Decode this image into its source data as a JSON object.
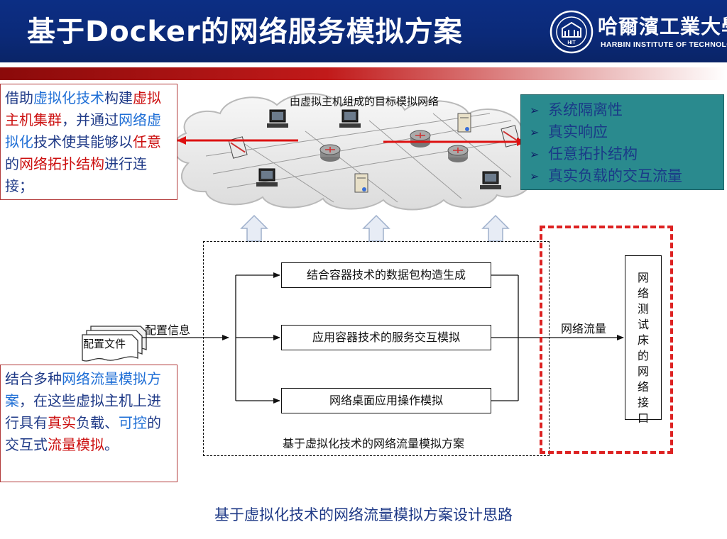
{
  "header": {
    "title": "基于Docker的网络服务模拟方案",
    "logo": {
      "cn_name": "哈爾濱工業大學",
      "en_name": "HARBIN INSTITUTE OF TECHNOLOG",
      "seal_text": "HIT"
    }
  },
  "left_box_top": {
    "segments": [
      {
        "text": "借助",
        "style": "normal"
      },
      {
        "text": "虚拟化技术",
        "style": "blue"
      },
      {
        "text": "构建",
        "style": "normal"
      },
      {
        "text": "虚拟主机集群",
        "style": "red"
      },
      {
        "text": "，并通过",
        "style": "normal"
      },
      {
        "text": "网络虚拟化",
        "style": "blue"
      },
      {
        "text": "技术使其能够以",
        "style": "normal"
      },
      {
        "text": "任意",
        "style": "red"
      },
      {
        "text": "的",
        "style": "normal"
      },
      {
        "text": "网络拓扑结构",
        "style": "red"
      },
      {
        "text": "进行连接；",
        "style": "normal"
      }
    ]
  },
  "left_box_bottom": {
    "segments": [
      {
        "text": "结合多种",
        "style": "normal"
      },
      {
        "text": "网络流量模拟方案",
        "style": "blue"
      },
      {
        "text": "，在这些虚拟主机上进行具有",
        "style": "normal"
      },
      {
        "text": "真实",
        "style": "red"
      },
      {
        "text": "负载、",
        "style": "normal"
      },
      {
        "text": "可控",
        "style": "blue"
      },
      {
        "text": "的交互式",
        "style": "normal"
      },
      {
        "text": "流量模拟",
        "style": "red"
      },
      {
        "text": "。",
        "style": "normal"
      }
    ]
  },
  "right_box": {
    "items": [
      "系统隔离性",
      "真实响应",
      "任意拓扑结构",
      "真实负载的交互流量"
    ]
  },
  "cloud": {
    "label": "由虚拟主机组成的目标模拟网络"
  },
  "diagram": {
    "config_file_label": "配置文件",
    "config_info_label": "配置信息",
    "process_boxes": [
      "结合容器技术的数据包构造生成",
      "应用容器技术的服务交互模拟",
      "网络桌面应用操作模拟"
    ],
    "scheme_label": "基于虚拟化技术的网络流量模拟方案",
    "network_flow_label": "网络流量",
    "testbed_interface_label": "网络测试床的网络接口"
  },
  "colors": {
    "header_bg": "#0b2a79",
    "accent_red": "#cc1111",
    "accent_blue": "#1f6fd6",
    "teal_box": "#2a8a8e"
  },
  "bottom_caption": "基于虚拟化技术的网络流量模拟方案设计思路"
}
